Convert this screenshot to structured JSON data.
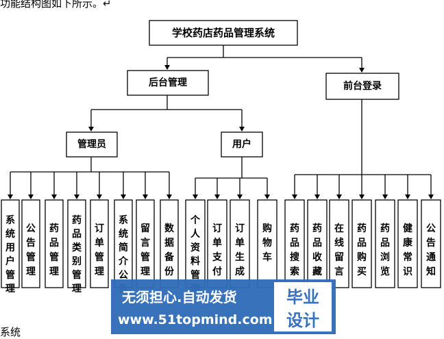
{
  "top_text": "功能结构图如下所示。↵",
  "bottom_text": "系统",
  "root": "学校药店药品管理系统",
  "backend": "后台管理",
  "frontend": "前台登录",
  "admin": "管理员",
  "user": "用户",
  "admin_items": [
    "系统用户管理",
    "公告管理",
    "药品管理",
    "药品类别管理",
    "订单管理",
    "系统简介公告",
    "留言管理",
    "数据备份"
  ],
  "user_items": [
    "个人资料管理",
    "订单支付",
    "订单生成",
    "购物车"
  ],
  "front_items": [
    "药品搜索",
    "药品收藏",
    "在线留言",
    "药品购买",
    "药品浏览",
    "健康常识",
    "公告通知"
  ],
  "watermark": {
    "slogan": "无须担心.自动发货",
    "url": "www.51topmind.com",
    "logo_line1": "毕业",
    "logo_line2": "设计"
  }
}
